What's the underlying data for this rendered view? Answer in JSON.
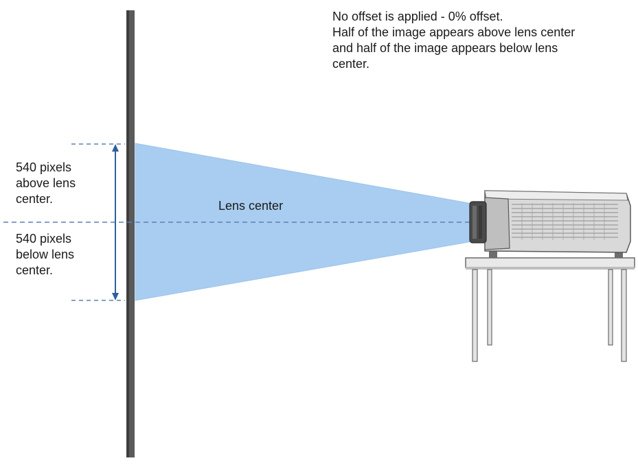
{
  "caption": {
    "lines": [
      "No offset is applied - 0% offset.",
      "Half of the image appears above lens center",
      "and half of the image appears below lens",
      "center."
    ]
  },
  "labels": {
    "above": [
      "540 pixels",
      "above lens",
      "center."
    ],
    "below": [
      "540 pixels",
      "below lens",
      "center."
    ],
    "lens_center": "Lens center"
  },
  "colors": {
    "beam": "#a9cdf0",
    "screen": "#5a5a5a",
    "arrow": "#2f5f9e",
    "dashed": "#5b7fb5"
  }
}
